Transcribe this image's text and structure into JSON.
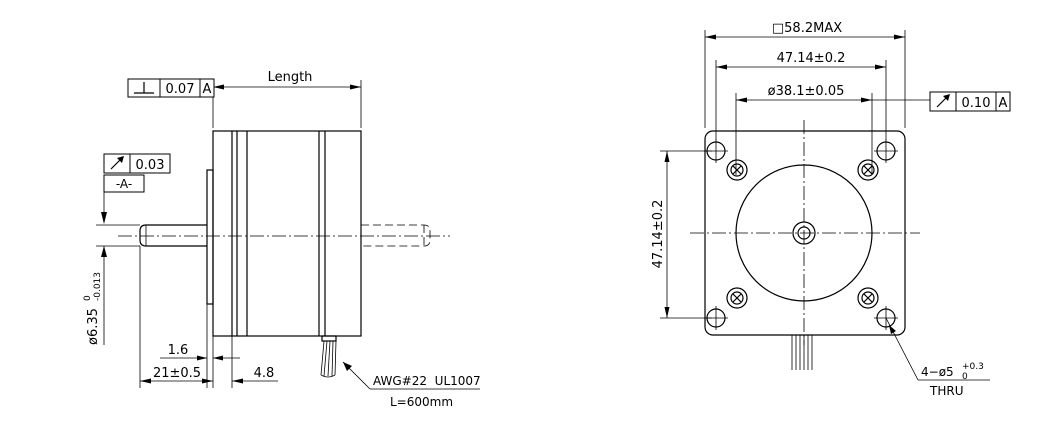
{
  "side_view": {
    "length_label": "Length",
    "perpendicularity_value": "0.07",
    "datum_ref": "A",
    "runout_value": "0.03",
    "datum_label": "-A-",
    "shaft_diameter": "ø6.35",
    "shaft_tol_upper": "0",
    "shaft_tol_lower": "-0.013",
    "flange_thickness": "1.6",
    "shaft_length": "21±0.5",
    "boss_height": "4.8",
    "wire_gauge": "AWG#22  UL1007",
    "wire_length": "L=600mm"
  },
  "front_view": {
    "overall_width": "□58.2MAX",
    "hole_spacing_h": "47.14±0.2",
    "pilot_diameter": "ø38.1±0.05",
    "runout_value": "0.10",
    "datum_ref": "A",
    "hole_spacing_v": "47.14±0.2",
    "hole_callout": "4−ø5",
    "hole_tol_upper": "+0.3",
    "hole_tol_lower": "0",
    "hole_thru": "THRU"
  }
}
